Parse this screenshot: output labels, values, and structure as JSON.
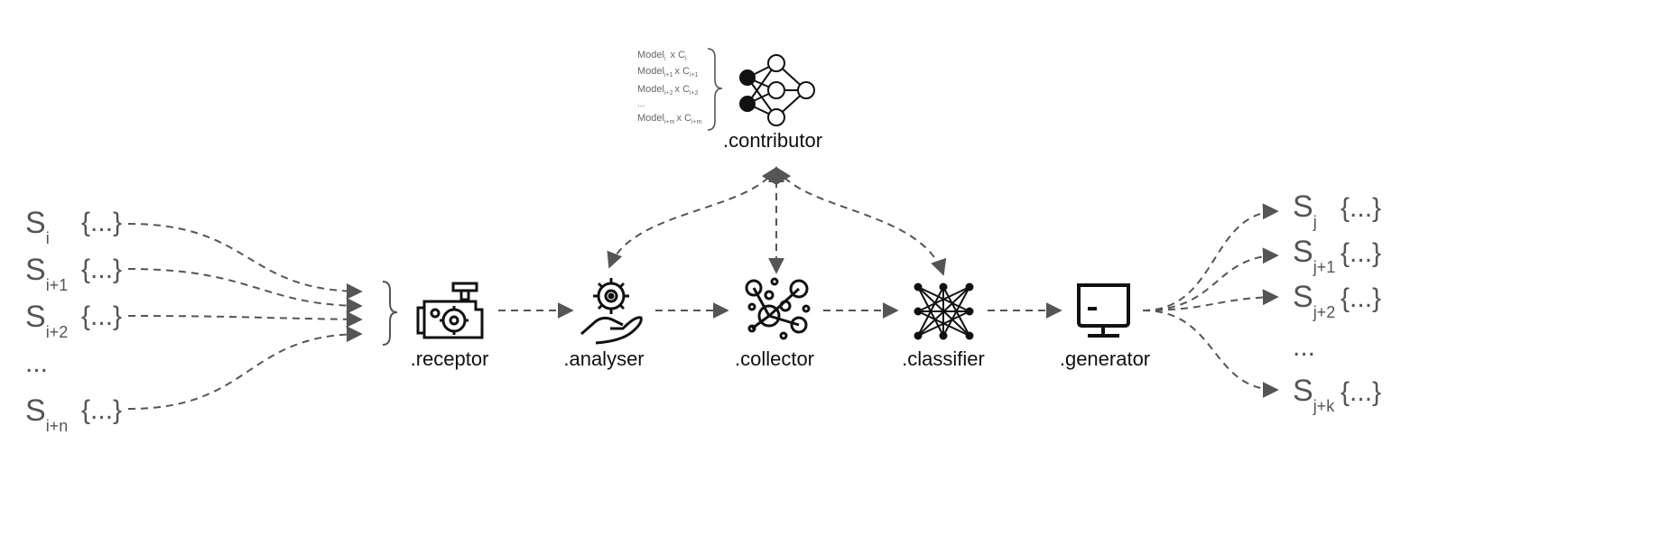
{
  "inputs": [
    {
      "base": "S",
      "sub": "i",
      "braces": "{...}"
    },
    {
      "base": "S",
      "sub": "i+1",
      "braces": "{...}"
    },
    {
      "base": "S",
      "sub": "i+2",
      "braces": "{...}"
    },
    {
      "ellipsis": "..."
    },
    {
      "base": "S",
      "sub": "i+n",
      "braces": "{...}"
    }
  ],
  "outputs": [
    {
      "base": "S",
      "sub": "j",
      "braces": "{...}"
    },
    {
      "base": "S",
      "sub": "j+1",
      "braces": "{...}"
    },
    {
      "base": "S",
      "sub": "j+2",
      "braces": "{...}"
    },
    {
      "ellipsis": "..."
    },
    {
      "base": "S",
      "sub": "j+k",
      "braces": "{...}"
    }
  ],
  "stages": [
    {
      "label": ".receptor",
      "icon": "engine-gear-icon"
    },
    {
      "label": ".analyser",
      "icon": "gear-hand-icon"
    },
    {
      "label": ".collector",
      "icon": "bubbles-cluster-icon"
    },
    {
      "label": ".classifier",
      "icon": "mesh-network-icon"
    },
    {
      "label": ".generator",
      "icon": "monitor-icon"
    }
  ],
  "contributor": {
    "label": ".contributor",
    "icon": "neural-network-icon",
    "models": [
      {
        "model": "Model",
        "model_sub": "i",
        "x": "x C",
        "c_sub": "i"
      },
      {
        "model": "Model",
        "model_sub": "i+1",
        "x": "x C",
        "c_sub": "i+1"
      },
      {
        "model": "Model",
        "model_sub": "i+2",
        "x": "x C",
        "c_sub": "i+2"
      },
      {
        "ellipsis": "..."
      },
      {
        "model": "Model",
        "model_sub": "i+m",
        "x": "x C",
        "c_sub": "i+m"
      }
    ]
  }
}
